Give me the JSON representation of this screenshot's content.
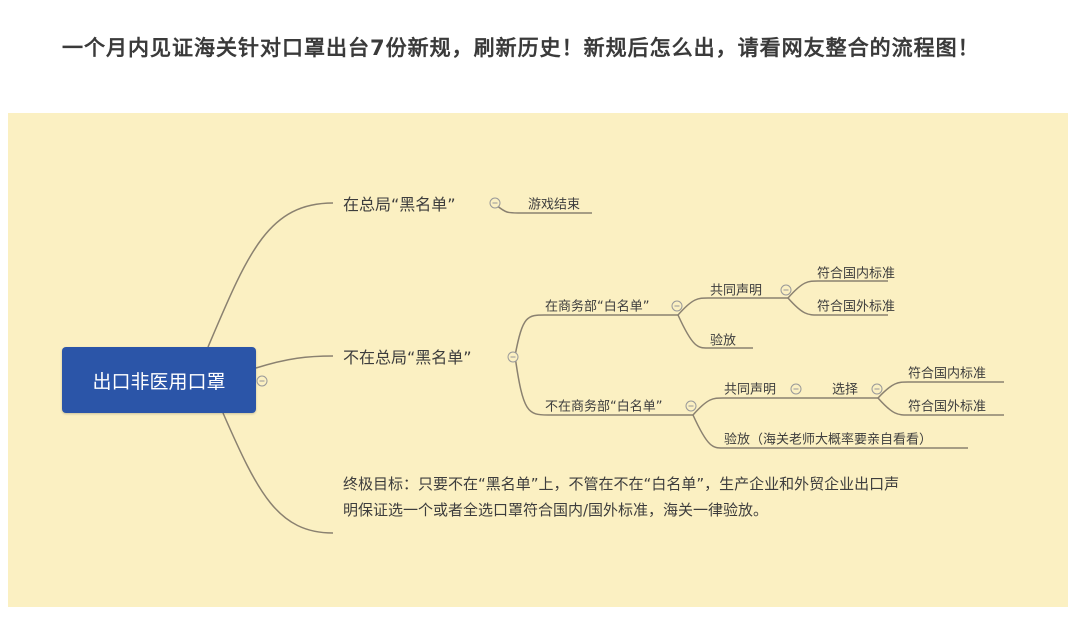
{
  "article": {
    "intro": "一个月内见证海关针对口罩出台7份新规，刷新历史！新规后怎么出，请看网友整合的流程图！"
  },
  "mindmap": {
    "root": "出口非医用口罩",
    "branch_blacklisted": {
      "label": "在总局“黑名单”",
      "child": "游戏结束"
    },
    "branch_not_blacklisted": {
      "label": "不在总局“黑名单”",
      "whitelisted": {
        "label": "在商务部“白名单”",
        "declaration": "共同声明",
        "standards": [
          "符合国内标准",
          "符合国外标准"
        ],
        "release": "验放"
      },
      "not_whitelisted": {
        "label": "不在商务部“白名单”",
        "declaration": "共同声明",
        "choice": "选择",
        "standards": [
          "符合国内标准",
          "符合国外标准"
        ],
        "release": "验放（海关老师大概率要亲自看看）"
      }
    },
    "goal": "终极目标：只要不在“黑名单”上，不管在不在“白名单”，生产企业和外贸企业出口声明保证选一个或者全选口罩符合国内/国外标准，海关一律验放。",
    "colors": {
      "background": "#fbf0c2",
      "root": "#2b55a8",
      "lines": "#8a8170"
    }
  }
}
